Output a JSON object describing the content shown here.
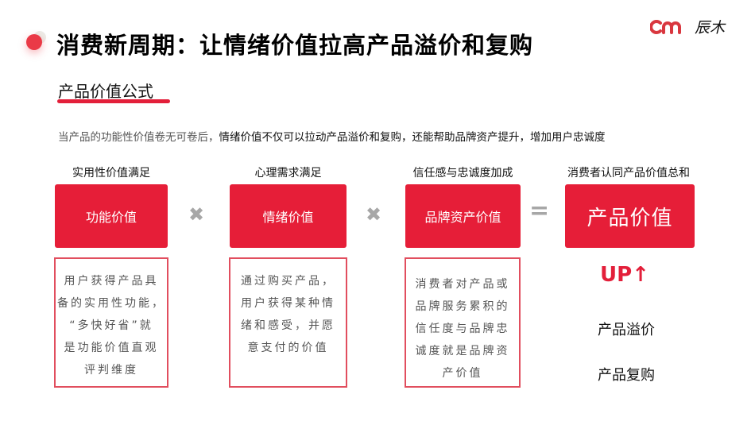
{
  "header": {
    "title": "消费新周期：让情绪价值拉高产品溢价和复购",
    "logo_text": "辰木",
    "brand_color": "#e31f3a"
  },
  "section": {
    "subtitle": "产品价值公式",
    "intro_normal": "当产品的功能性价值卷无可卷后，",
    "intro_strong": "情绪价值不仅可以拉动产品溢价和复购，还能帮助品牌资产提升，增加用户忠诚度"
  },
  "formula": {
    "columns": [
      {
        "label": "实用性价值满足",
        "box": "功能价值",
        "description": [
          "用户获得产品具",
          "备的实用性功能，",
          "“多快好省”就",
          "是功能价值直观",
          "评判维度"
        ]
      },
      {
        "label": "心理需求满足",
        "box": "情绪价值",
        "description": [
          "通过购买产品，",
          "用户获得某种情",
          "绪和感受，并愿",
          "意支付的价值"
        ]
      },
      {
        "label": "信任感与忠诚度加成",
        "box": "品牌资产价值",
        "description": [
          "消费者对产品或",
          "品牌服务累积的",
          "信任度与品牌忠",
          "诚度就是品牌资",
          "产价值"
        ]
      }
    ],
    "operators": {
      "multiply_icon": "multiply-icon",
      "equals_icon": "equals-icon",
      "multiply": "✖",
      "equals": "="
    },
    "result": {
      "label": "消费者认同产品价值总和",
      "box": "产品价值",
      "up_text": "UP↑",
      "outcomes": [
        "产品溢价",
        "产品复购"
      ]
    }
  }
}
